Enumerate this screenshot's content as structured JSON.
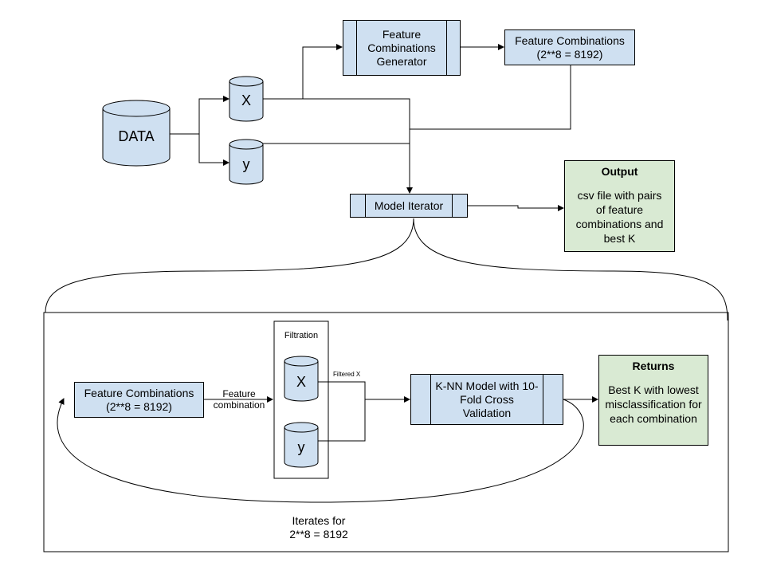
{
  "data_store": "DATA",
  "x_store": "X",
  "y_store": "y",
  "generator": "Feature Combinations Generator",
  "combinations_top": {
    "line1": "Feature Combinations",
    "line2": "(2**8 = 8192)"
  },
  "model_iterator": "Model Iterator",
  "output": {
    "title": "Output",
    "body": "csv file with pairs of feature combinations and best K"
  },
  "loop": {
    "combinations": {
      "line1": "Feature Combinations",
      "line2": "(2**8 = 8192)"
    },
    "edge_label": {
      "line1": "Feature",
      "line2": "combination"
    },
    "filtration_title": "Filtration",
    "filtered_x_label": "Filtered X",
    "x_store": "X",
    "y_store": "y",
    "knn": "K-NN Model with 10-Fold Cross Validation",
    "returns": {
      "title": "Returns",
      "body": "Best K with lowest misclassification for each combination"
    },
    "iterates": {
      "line1": "Iterates for",
      "line2": "2**8 = 8192"
    }
  }
}
